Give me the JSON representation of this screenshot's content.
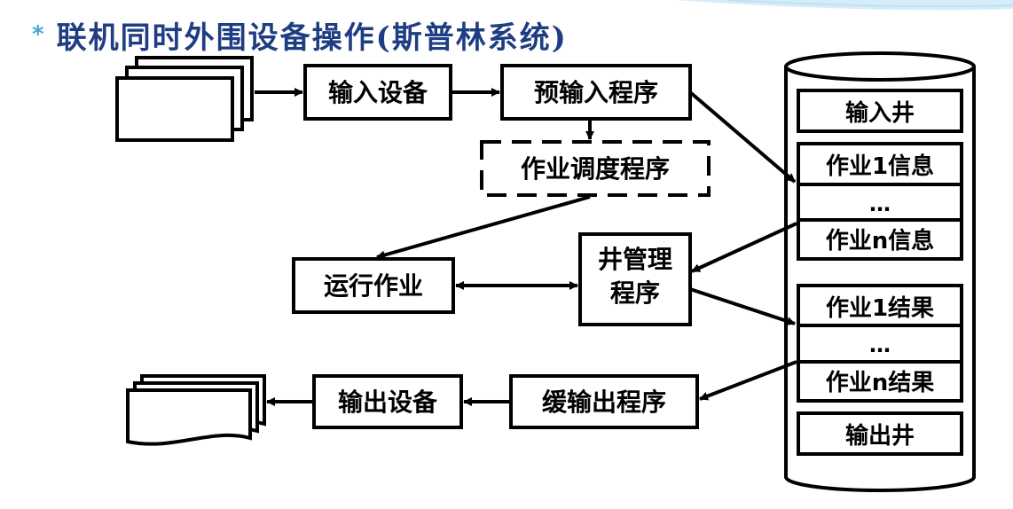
{
  "title": {
    "bullet": "*",
    "text": "联机同时外围设备操作(斯普林系统)"
  },
  "nodes": {
    "input_device": "输入设备",
    "pre_input_program": "预输入程序",
    "job_scheduler": "作业调度程序",
    "run_job": "运行作业",
    "well_manager_line1": "井管理",
    "well_manager_line2": "程序",
    "output_device": "输出设备",
    "buffered_output_program": "缓输出程序"
  },
  "disk": {
    "input_well": "输入井",
    "job1_info": "作业1信息",
    "info_ellipsis": "…",
    "jobn_info": "作业n信息",
    "job1_result": "作业1结果",
    "result_ellipsis": "…",
    "jobn_result": "作业n结果",
    "output_well": "输出井"
  },
  "colors": {
    "title": "#1f3d82",
    "bullet": "#4ba3d6",
    "stroke": "#000000"
  }
}
